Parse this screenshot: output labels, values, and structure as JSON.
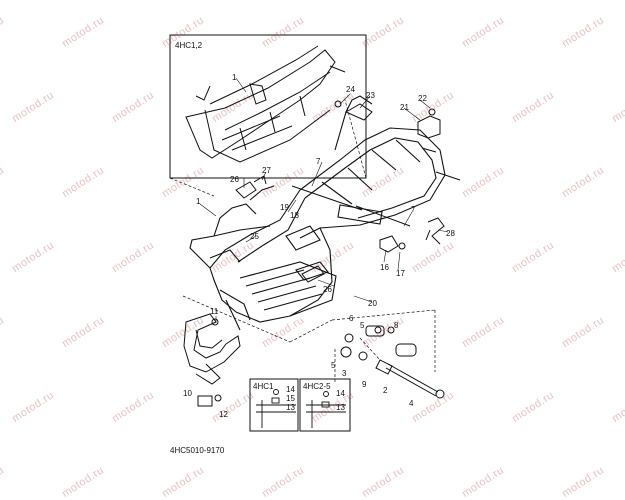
{
  "watermark": "motod.ru",
  "inset_top": {
    "title": "4HC1,2",
    "labels": [
      "1"
    ]
  },
  "inset_bottom": [
    {
      "title": "4HC1",
      "labels": [
        "14",
        "15",
        "13"
      ]
    },
    {
      "title": "4HC2-5",
      "labels": [
        "14",
        "13"
      ]
    }
  ],
  "callouts": [
    "1",
    "2",
    "3",
    "4",
    "5",
    "5",
    "6",
    "7",
    "7",
    "8",
    "9",
    "10",
    "11",
    "12",
    "16",
    "17",
    "18",
    "19",
    "20",
    "21",
    "22",
    "23",
    "24",
    "25",
    "26",
    "26",
    "27",
    "28"
  ],
  "diagram_code": "4HC5010-9170",
  "colors": {
    "line": "#111111",
    "watermark": "#e9c3c3"
  }
}
